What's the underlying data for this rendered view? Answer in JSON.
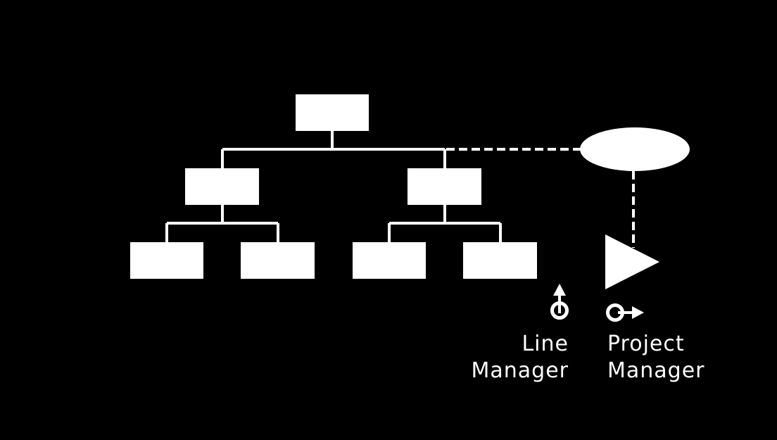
{
  "colors": {
    "background": "#000000",
    "foreground": "#ffffff"
  },
  "legend": {
    "line_manager": {
      "icon": "line-manager-symbol-icon",
      "line1": "Line",
      "line2": "Manager"
    },
    "project_manager": {
      "icon": "project-manager-symbol-icon",
      "line1": "Project",
      "line2": "Manager"
    }
  }
}
